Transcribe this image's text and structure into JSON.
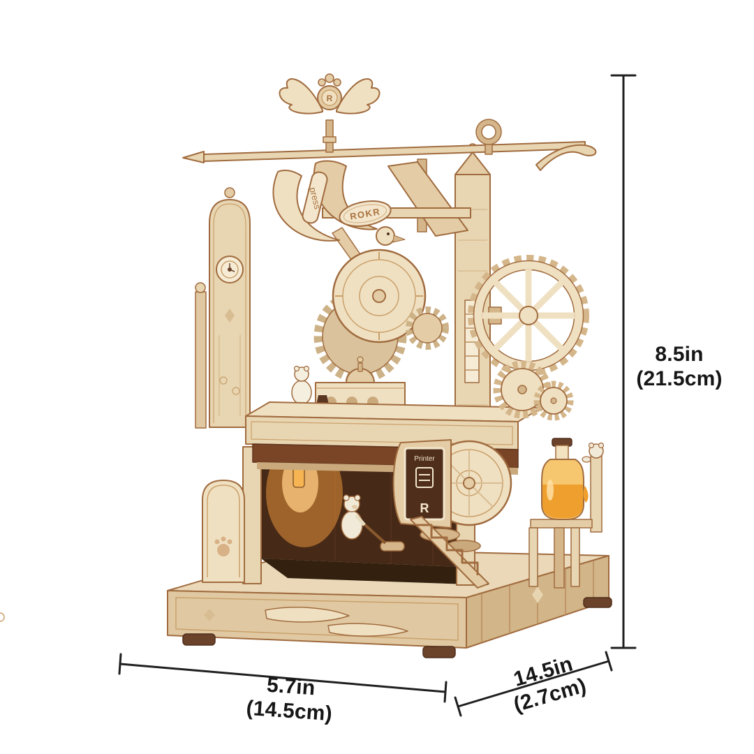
{
  "dimensions": {
    "height": {
      "value_in": "8.5in",
      "value_cm": "(21.5cm)"
    },
    "width": {
      "value_in": "5.7in",
      "value_cm": "(14.5cm)"
    },
    "depth": {
      "value_in": "14.5in",
      "value_cm": "(2.7cm)"
    }
  },
  "model_labels": {
    "press_banner": "press",
    "rokr_plate": "ROKR",
    "drum_label": "Printer",
    "drum_letter": "R",
    "emblem_letter": "R"
  },
  "colors": {
    "wood_light": "#f0e0c2",
    "wood_mid": "#d4b68a",
    "wood_dark": "#8b5a33",
    "amber": "#ef9f2e",
    "dimension_line": "#1f1f1f",
    "background": "#ffffff"
  }
}
